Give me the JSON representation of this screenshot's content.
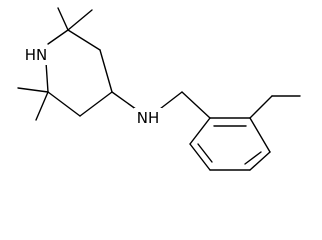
{
  "molecule": {
    "atom_labels": {
      "ring_nh": "N​H",
      "amine_nh": "N​H"
    },
    "ring_nh_text": "HN",
    "amine_nh_text": "NH"
  },
  "colors": {
    "bond": "#000000",
    "background": "#ffffff"
  }
}
